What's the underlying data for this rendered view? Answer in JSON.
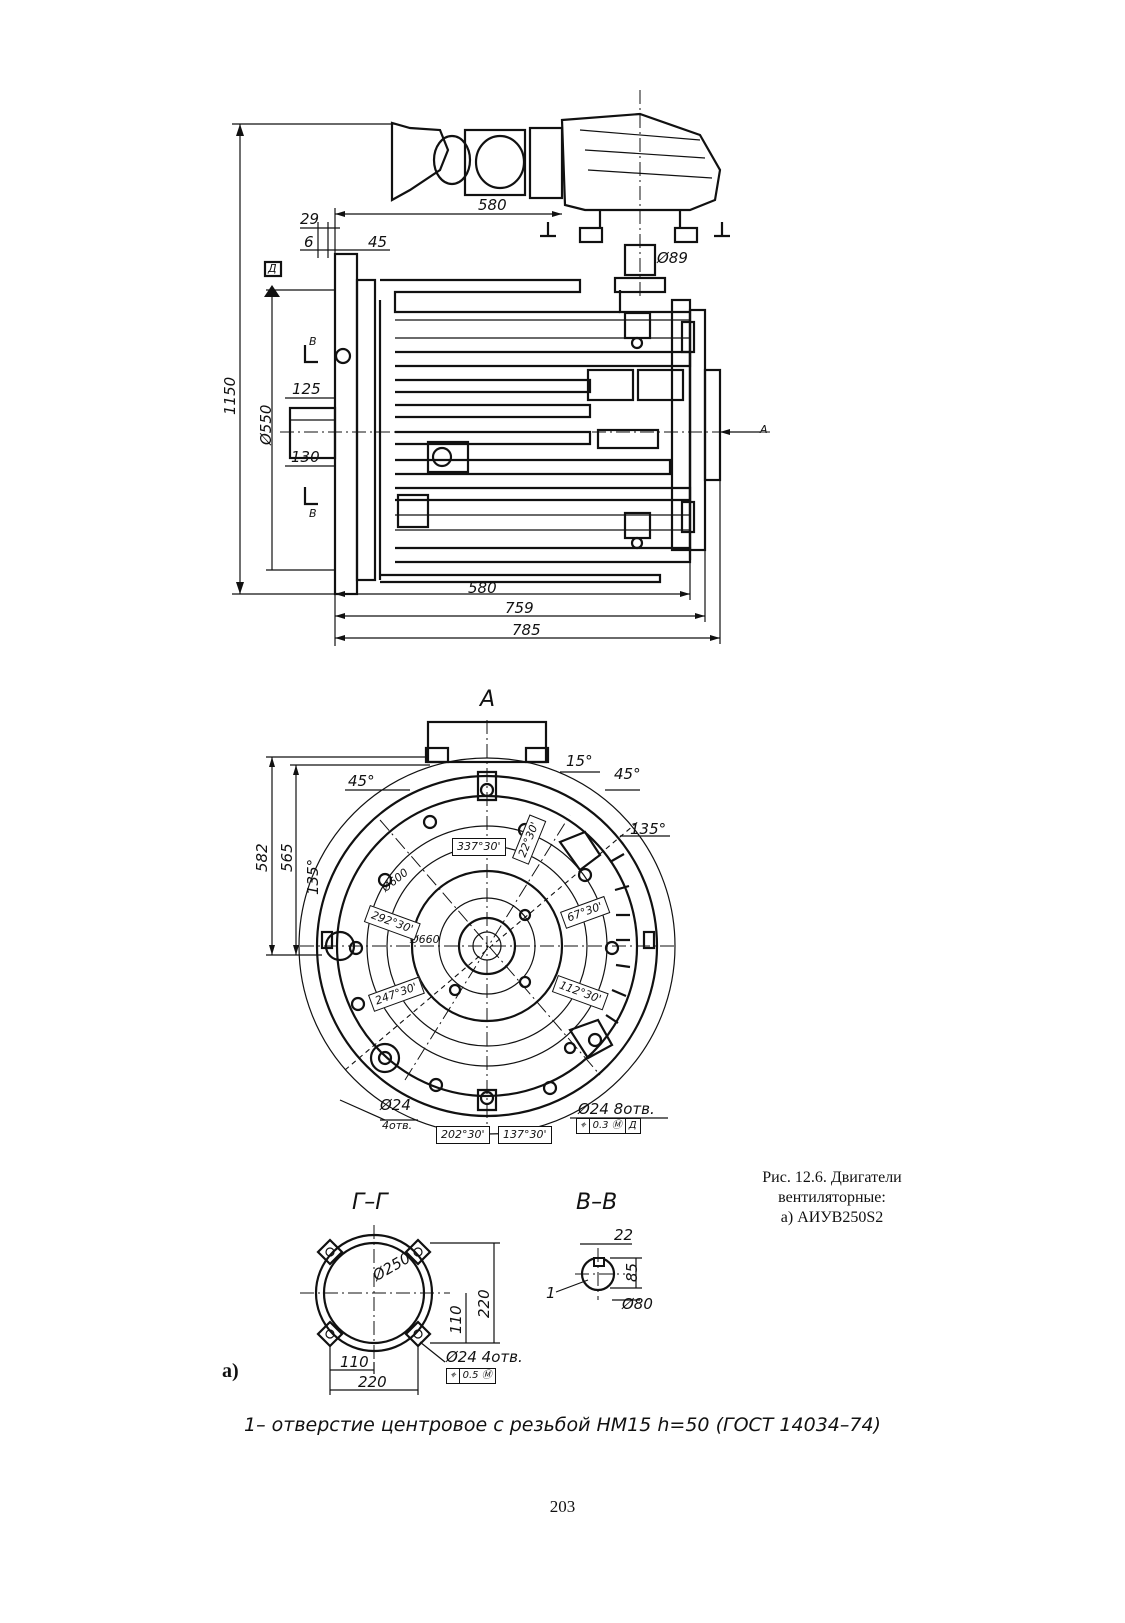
{
  "page_number": "203",
  "caption": {
    "line1": "Рис. 12.6. Двигатели",
    "line2": "вентиляторные:",
    "line3": "а) АИУВ250S2"
  },
  "figure_label": "а)",
  "footnote": "1– отверстие центровое с резьбой  НМ15 h=50 (ГОСТ 14034–74)",
  "side_view": {
    "dims": [
      "1150",
      "580",
      "29",
      "6",
      "45",
      "Ø89",
      "Ø550",
      "125",
      "130",
      "580",
      "759",
      "785"
    ],
    "markers": [
      "Д",
      "В",
      "В",
      "А"
    ]
  },
  "view_a": {
    "title": "А",
    "dims": [
      "582",
      "565",
      "45°",
      "15°",
      "45°",
      "135°",
      "135°",
      "Ø600",
      "Ø660",
      "Ø24",
      "4отв.",
      "Ø24  8отв."
    ],
    "angle_boxes": [
      "337°30'",
      "22°30'",
      "292°30'",
      "67°30'",
      "247°30'",
      "112°30'",
      "202°30'",
      "137°30'"
    ],
    "tolerance_frame": [
      "⌖",
      "0.3 Ⓜ",
      "Д"
    ]
  },
  "section_gg": {
    "title": "Г–Г",
    "dims": [
      "Ø250",
      "220",
      "110",
      "110",
      "220",
      "Ø24  4отв."
    ],
    "tolerance_frame": [
      "⌖",
      "0.5 Ⓜ"
    ]
  },
  "section_bb": {
    "title": "В–В",
    "dims": [
      "22",
      "85",
      "Ø80",
      "1"
    ]
  }
}
